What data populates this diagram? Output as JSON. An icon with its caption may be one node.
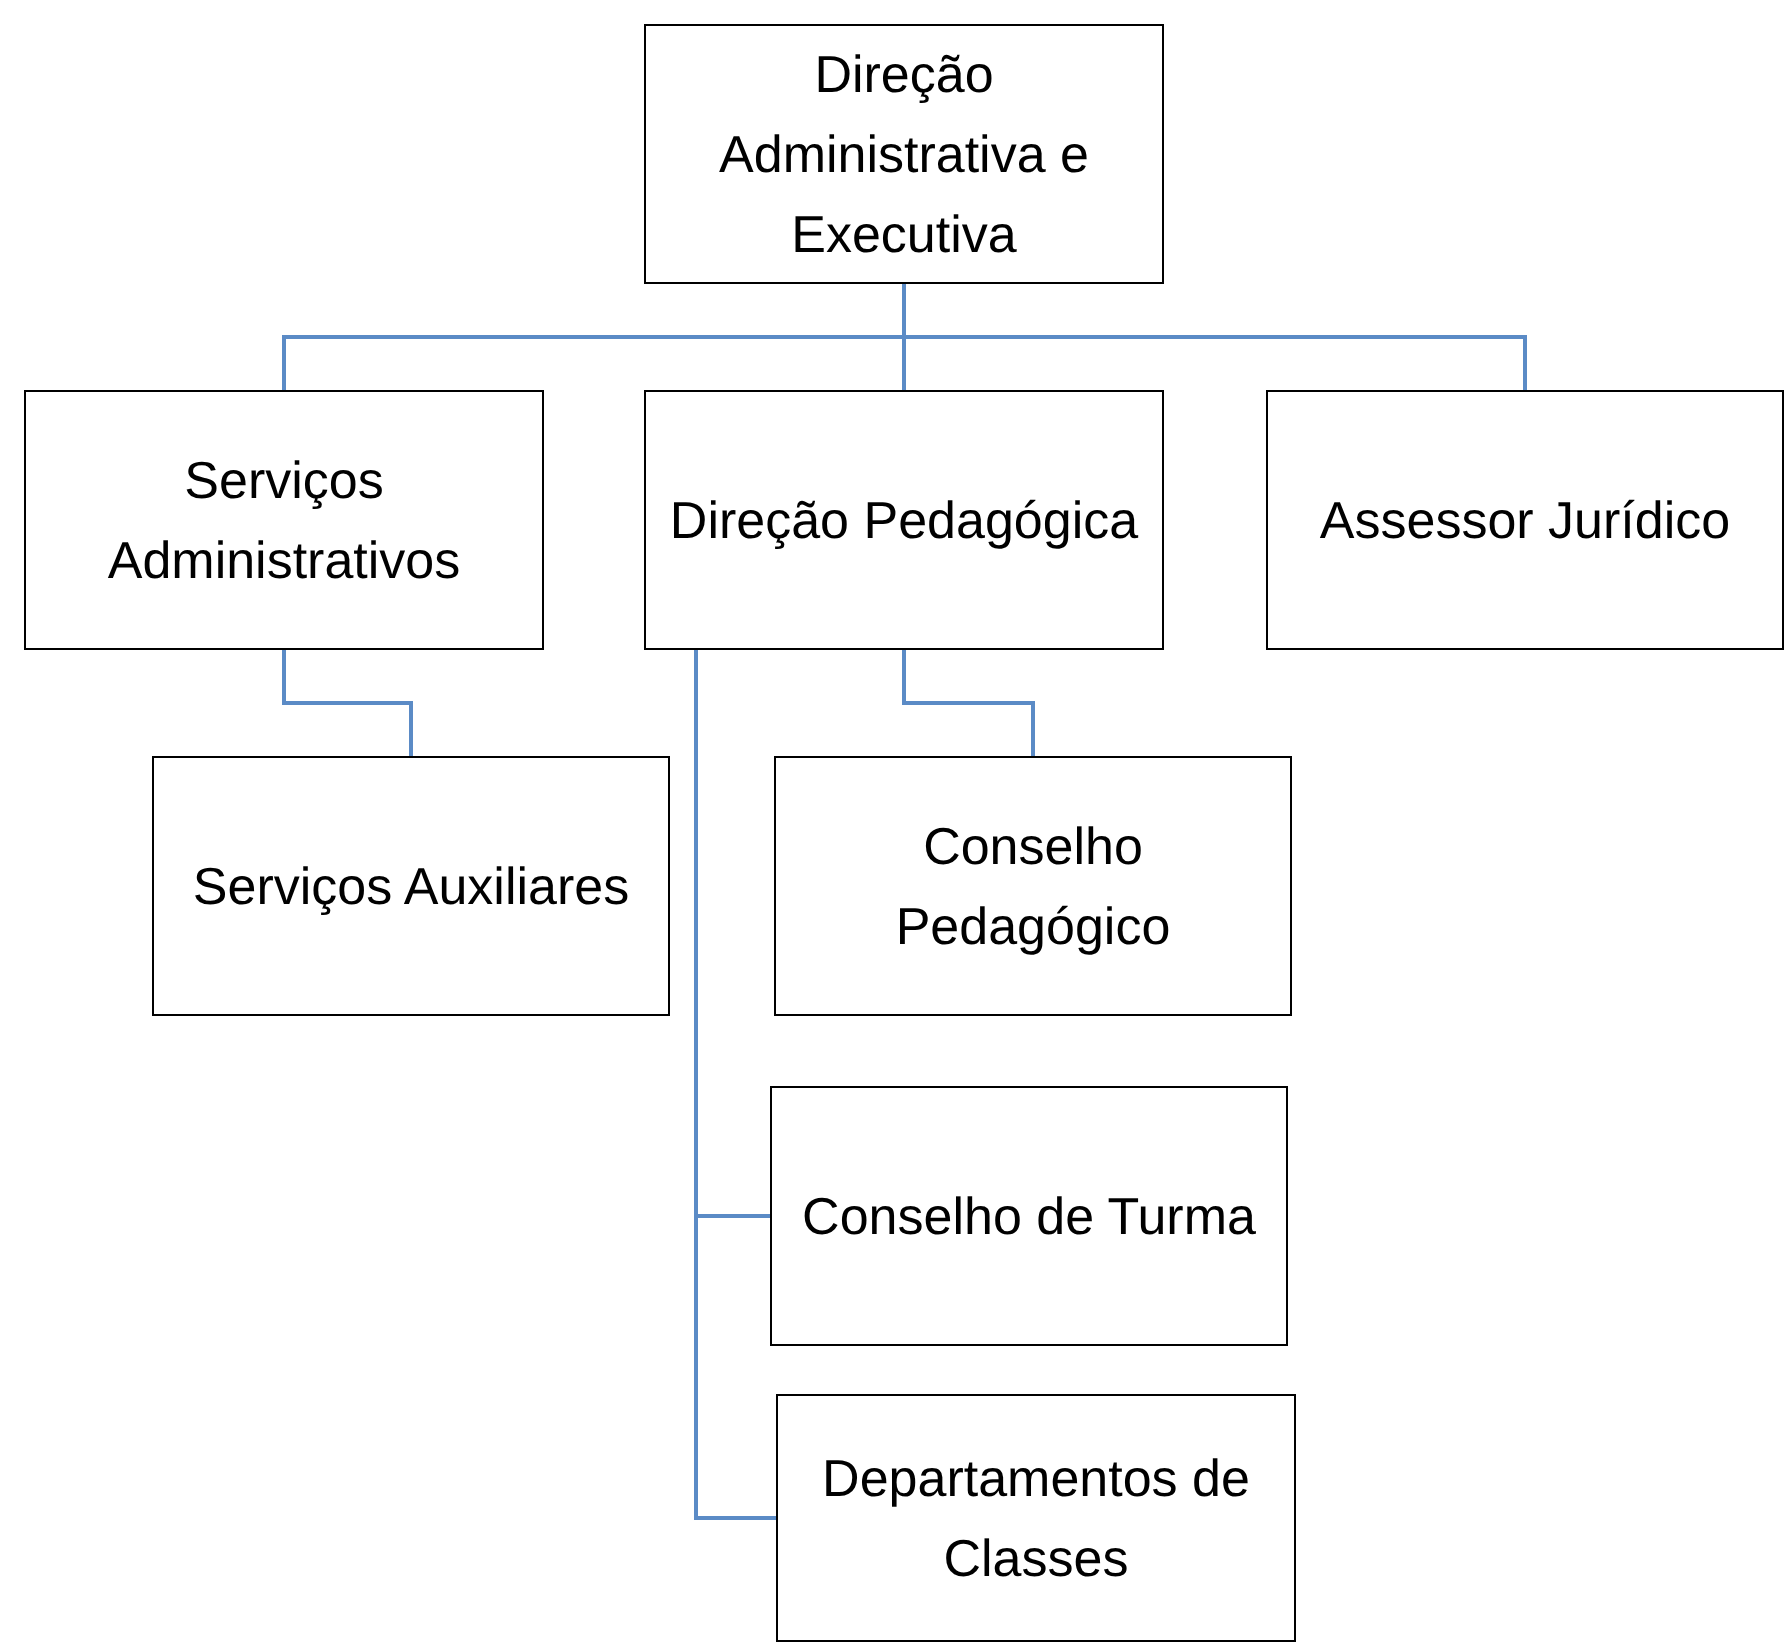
{
  "diagram": {
    "nodes": [
      {
        "text": [
          "Direção Administrativa e Executiva"
        ]
      },
      {
        "text": [
          "Serviços Administrativos"
        ]
      },
      {
        "text": [
          "Direção Pedagógica"
        ]
      },
      {
        "text": [
          "Assessor Jurídico"
        ]
      },
      {
        "text": [
          "Serviços Auxiliares"
        ]
      },
      {
        "text": [
          "Conselho Pedagógico"
        ]
      },
      {
        "text": [
          "Conselho de Turma"
        ]
      },
      {
        "text": [
          "Departamentos de Classes"
        ]
      }
    ],
    "edges": [
      {
        "from": 0,
        "to": 1,
        "arrow": "none"
      },
      {
        "from": 0,
        "to": 2,
        "arrow": "none"
      },
      {
        "from": 0,
        "to": 3,
        "arrow": "none"
      },
      {
        "from": 1,
        "to": 4,
        "arrow": "none"
      },
      {
        "from": 2,
        "to": 5,
        "arrow": "none"
      },
      {
        "from": 2,
        "to": 6,
        "arrow": "none"
      },
      {
        "from": 2,
        "to": 7,
        "arrow": "none"
      }
    ]
  }
}
